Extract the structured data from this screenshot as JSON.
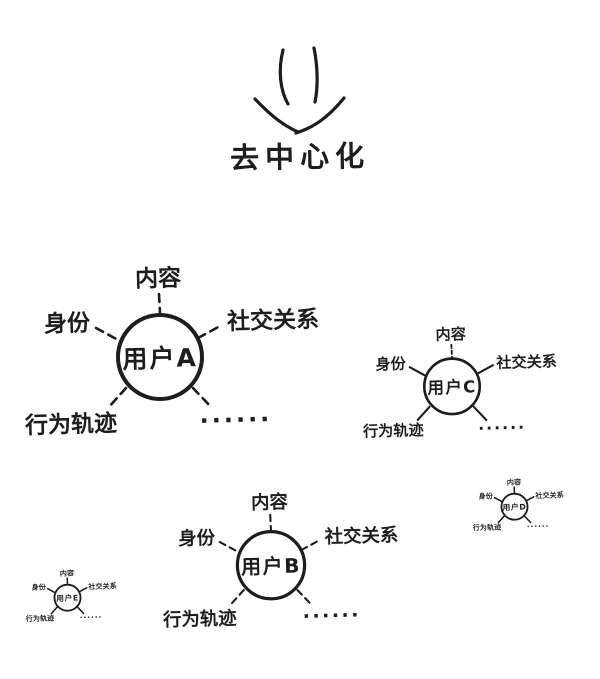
{
  "colors": {
    "ink": "#1d1d1d",
    "background": "#ffffff"
  },
  "header": {
    "arrow_icon": "double-stroke-down-arrow",
    "title": "去中心化"
  },
  "nodes": [
    {
      "id": "user-a",
      "center": "用户A",
      "top": "内容",
      "left": "身份",
      "right": "社交关系",
      "bottom_left": "行为轨迹",
      "bottom_right": "······"
    },
    {
      "id": "user-c",
      "center": "用户C",
      "top": "内容",
      "left": "身份",
      "right": "社交关系",
      "bottom_left": "行为轨迹",
      "bottom_right": "······"
    },
    {
      "id": "user-b",
      "center": "用户B",
      "top": "内容",
      "left": "身份",
      "right": "社交关系",
      "bottom_left": "行为轨迹",
      "bottom_right": "······"
    },
    {
      "id": "user-d",
      "center": "用户D",
      "top": "内容",
      "left": "身份",
      "right": "社交关系",
      "bottom_left": "行为轨迹",
      "bottom_right": "······"
    },
    {
      "id": "user-e",
      "center": "用户E",
      "top": "内容",
      "left": "身份",
      "right": "社交关系",
      "bottom_left": "行为轨迹",
      "bottom_right": "······"
    }
  ]
}
